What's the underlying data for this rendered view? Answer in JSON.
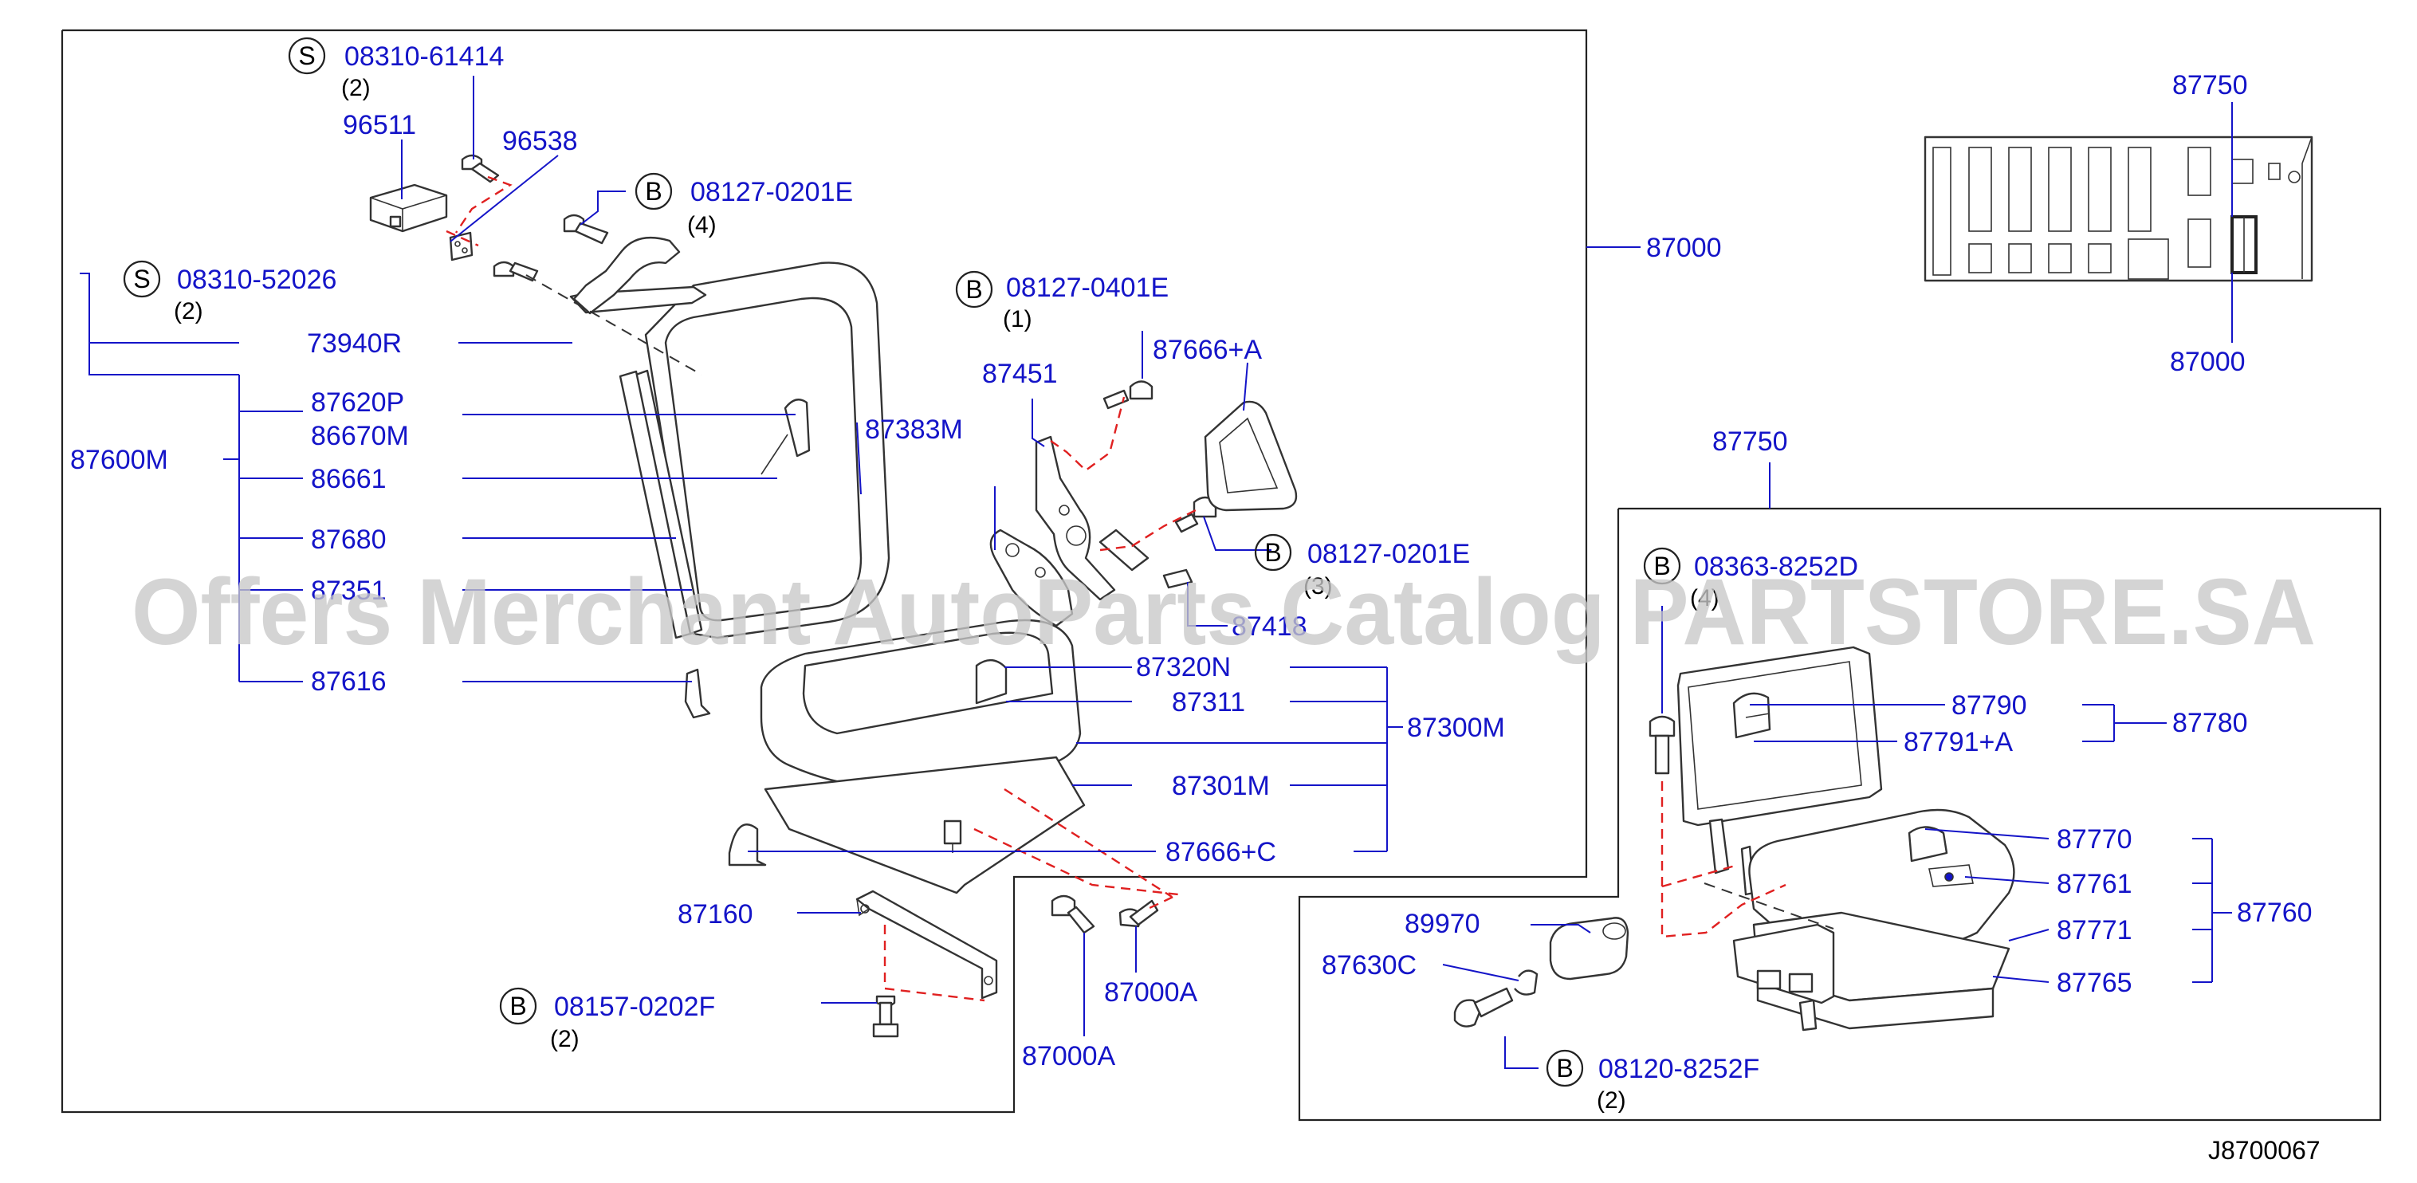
{
  "drawing_code": "J8700067",
  "watermark": "Offers Merchant AutoParts Catalog PARTSTORE.SA",
  "colors": {
    "label": "#1414c8",
    "leader": "#1414c8",
    "hidden_line": "#e02020",
    "frame": "#222222",
    "watermark": "#c8c8c8"
  },
  "callouts": {
    "s_08310_61414": {
      "badge": "S",
      "number": "08310-61414",
      "qty": "(2)"
    },
    "s_08310_52026": {
      "badge": "S",
      "number": "08310-52026",
      "qty": "(2)"
    },
    "b_08127_0201E_top": {
      "badge": "B",
      "number": "08127-0201E",
      "qty": "(4)"
    },
    "b_08127_0401E": {
      "badge": "B",
      "number": "08127-0401E",
      "qty": "(1)"
    },
    "b_08127_0201E_mid": {
      "badge": "B",
      "number": "08127-0201E",
      "qty": "(3)"
    },
    "b_08363_8252D": {
      "badge": "B",
      "number": "08363-8252D",
      "qty": "(4)"
    },
    "b_08157_0202F": {
      "badge": "B",
      "number": "08157-0202F",
      "qty": "(2)"
    },
    "b_08120_8252F": {
      "badge": "B",
      "number": "08120-8252F",
      "qty": "(2)"
    }
  },
  "labels": {
    "p96511": "96511",
    "p96538": "96538",
    "p73940R": "73940R",
    "p87620P": "87620P",
    "p86670M": "86670M",
    "p87600M": "87600M",
    "p86661": "86661",
    "p87680": "87680",
    "p87351": "87351",
    "p87616": "87616",
    "p87383M": "87383M",
    "p87451": "87451",
    "p87666A": "87666+A",
    "p87000_main": "87000",
    "p87418": "87418",
    "p87320N": "87320N",
    "p87311": "87311",
    "p87300M": "87300M",
    "p87301M": "87301M",
    "p87666C": "87666+C",
    "p87160": "87160",
    "p87000A_right": "87000A",
    "p87000A_bottom": "87000A",
    "p87750_inset": "87750",
    "p87000_inset": "87000",
    "p87750_box": "87750",
    "p87790": "87790",
    "p87791A": "87791+A",
    "p87780": "87780",
    "p87770": "87770",
    "p87761": "87761",
    "p87771": "87771",
    "p87765": "87765",
    "p87760": "87760",
    "p89970": "89970",
    "p87630C": "87630C"
  }
}
